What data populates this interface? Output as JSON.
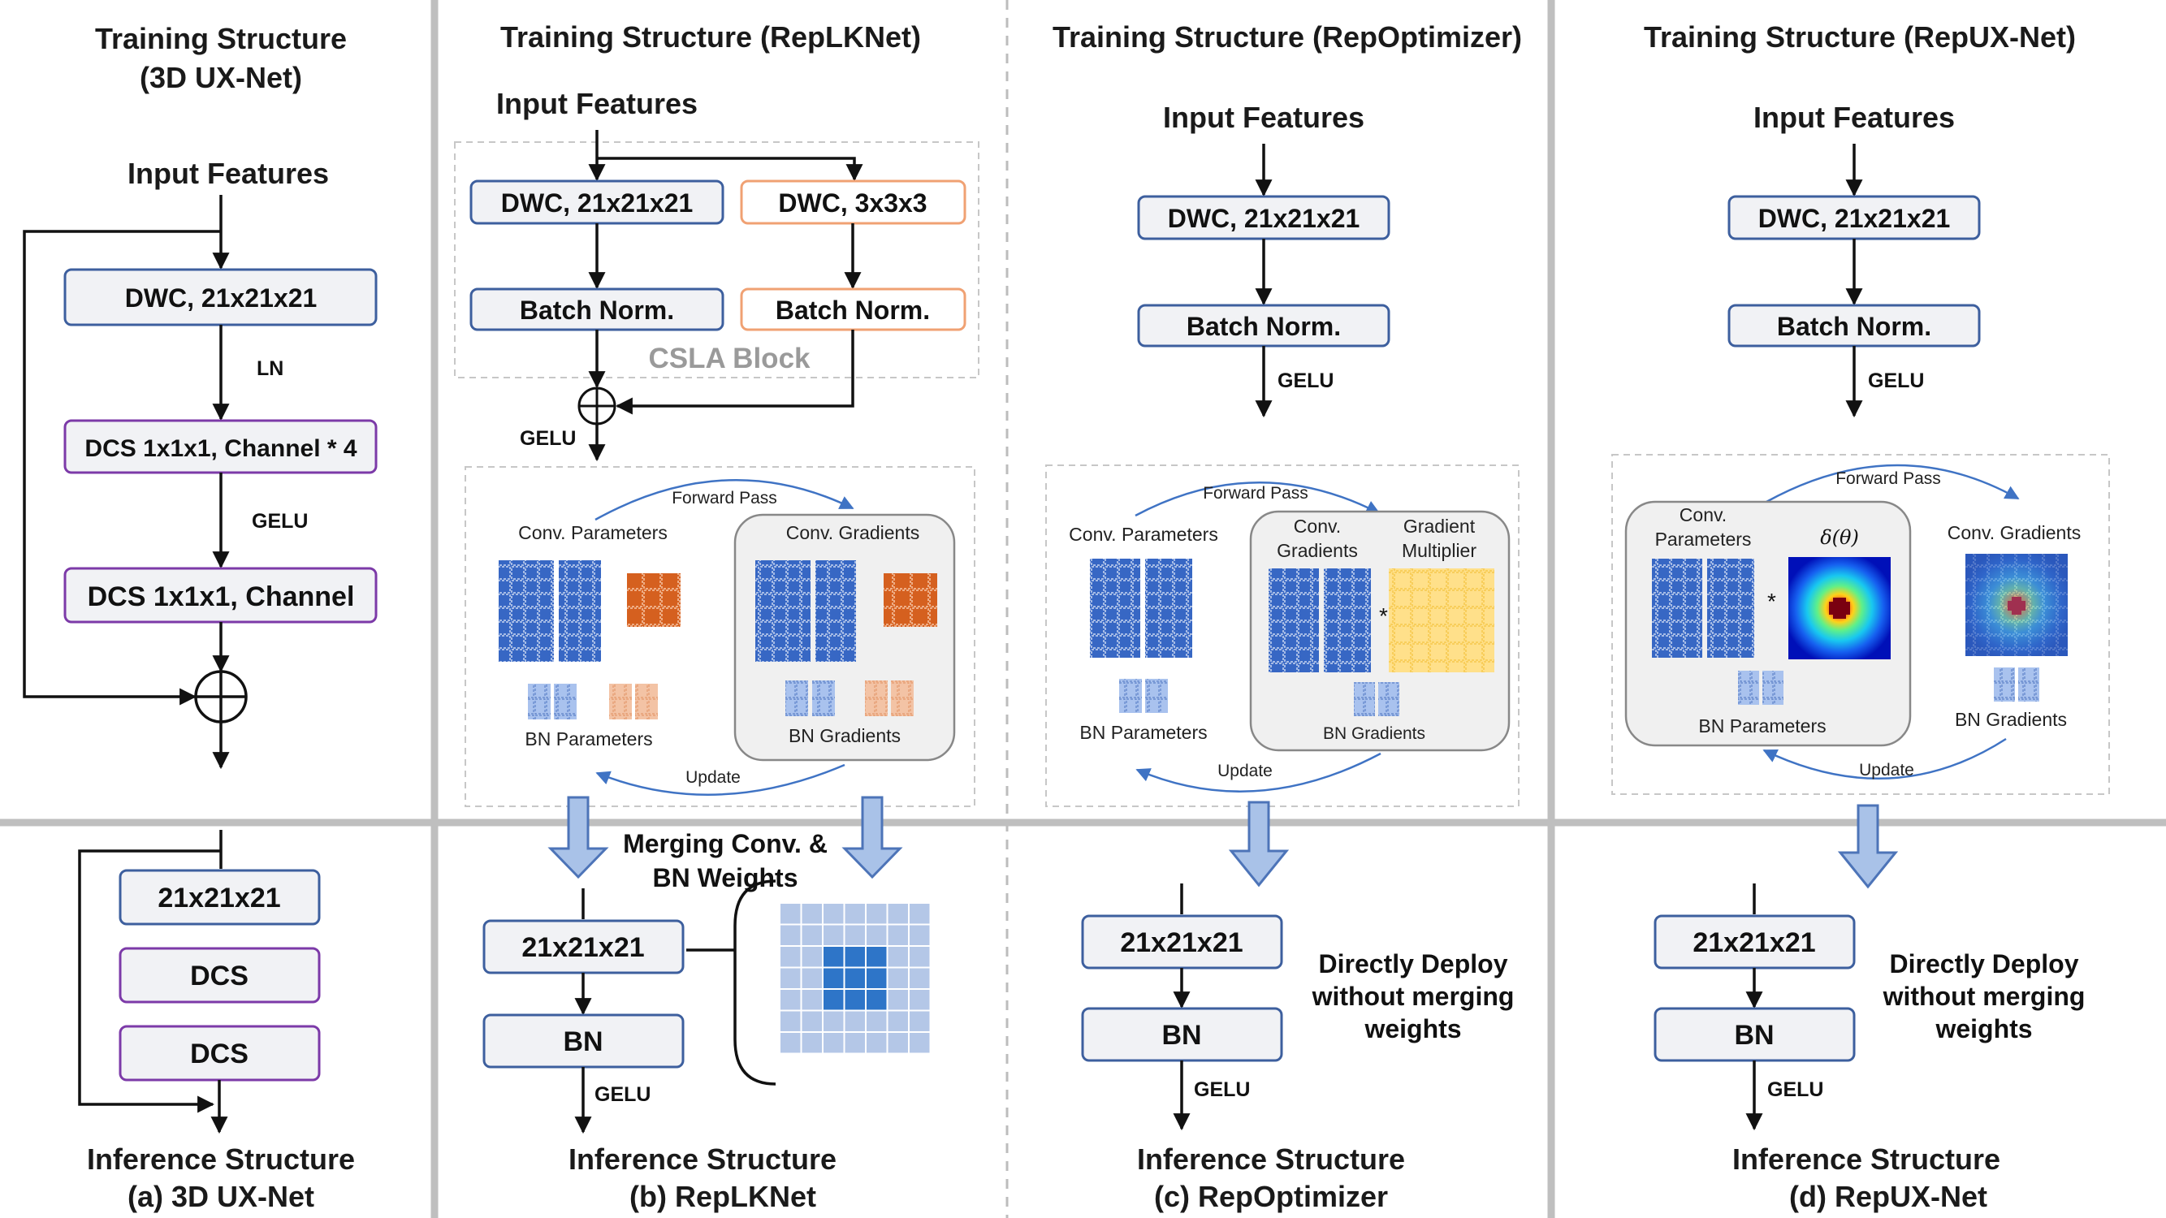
{
  "panels": {
    "a": {
      "title_line1": "Training Structure",
      "title_line2": "(3D UX-Net)",
      "input": "Input Features",
      "dwc": "DWC, 21x21x21",
      "ln": "LN",
      "dcs1": "DCS 1x1x1, Channel * 4",
      "gelu": "GELU",
      "dcs2": "DCS 1x1x1, Channel",
      "inf_b1": "21x21x21",
      "inf_b2": "DCS",
      "inf_b3": "DCS",
      "inf_title": "Inference Structure",
      "caption": "(a) 3D UX-Net"
    },
    "b": {
      "title": "Training Structure (RepLKNet)",
      "input": "Input Features",
      "dwc_large": "DWC, 21x21x21",
      "dwc_small": "DWC, 3x3x3",
      "bn_left": "Batch Norm.",
      "bn_right": "Batch Norm.",
      "csla": "CSLA Block",
      "gelu": "GELU",
      "forward": "Forward Pass",
      "conv_params": "Conv. Parameters",
      "conv_grads": "Conv. Gradients",
      "bn_params": "BN Parameters",
      "bn_grads": "BN Gradients",
      "update": "Update",
      "merge_l1": "Merging Conv. &",
      "merge_l2": "BN Weights",
      "inf_b1": "21x21x21",
      "inf_b2": "BN",
      "inf_gelu": "GELU",
      "inf_title": "Inference Structure",
      "caption": "(b) RepLKNet"
    },
    "c": {
      "title": "Training Structure (RepOptimizer)",
      "input": "Input Features",
      "dwc": "DWC, 21x21x21",
      "bn": "Batch Norm.",
      "gelu": "GELU",
      "forward": "Forward Pass",
      "conv_params": "Conv. Parameters",
      "conv_grads_l1": "Conv.",
      "conv_grads_l2": "Gradients",
      "grad_mult_l1": "Gradient",
      "grad_mult_l2": "Multiplier",
      "star": "*",
      "bn_params": "BN Parameters",
      "bn_grads": "BN Gradients",
      "update": "Update",
      "inf_b1": "21x21x21",
      "inf_b2": "BN",
      "inf_gelu": "GELU",
      "deploy_l1": "Directly Deploy",
      "deploy_l2": "without merging",
      "deploy_l3": "weights",
      "inf_title": "Inference Structure",
      "caption": "(c) RepOptimizer"
    },
    "d": {
      "title": "Training Structure (RepUX-Net)",
      "input": "Input Features",
      "dwc": "DWC, 21x21x21",
      "bn": "Batch Norm.",
      "gelu": "GELU",
      "forward": "Forward Pass",
      "conv_params_l1": "Conv.",
      "conv_params_l2": "Parameters",
      "delta": "δ(θ)",
      "star": "*",
      "conv_grads": "Conv. Gradients",
      "bn_params": "BN Parameters",
      "bn_grads": "BN Gradients",
      "update": "Update",
      "inf_b1": "21x21x21",
      "inf_b2": "BN",
      "inf_gelu": "GELU",
      "deploy_l1": "Directly Deploy",
      "deploy_l2": "without merging",
      "deploy_l3": "weights",
      "inf_title": "Inference Structure",
      "caption": "(d) RepUX-Net"
    }
  },
  "colors": {
    "block_border_blue": "#3d5f9e",
    "block_border_orange": "#f0a173",
    "block_border_purple": "#7c3aa8",
    "param_blue": "#3767c4",
    "param_orange": "#d5601f",
    "multiplier_yellow": "#ffe08a",
    "merge_light": "#b4c7e7",
    "merge_dark": "#2e75c8"
  }
}
